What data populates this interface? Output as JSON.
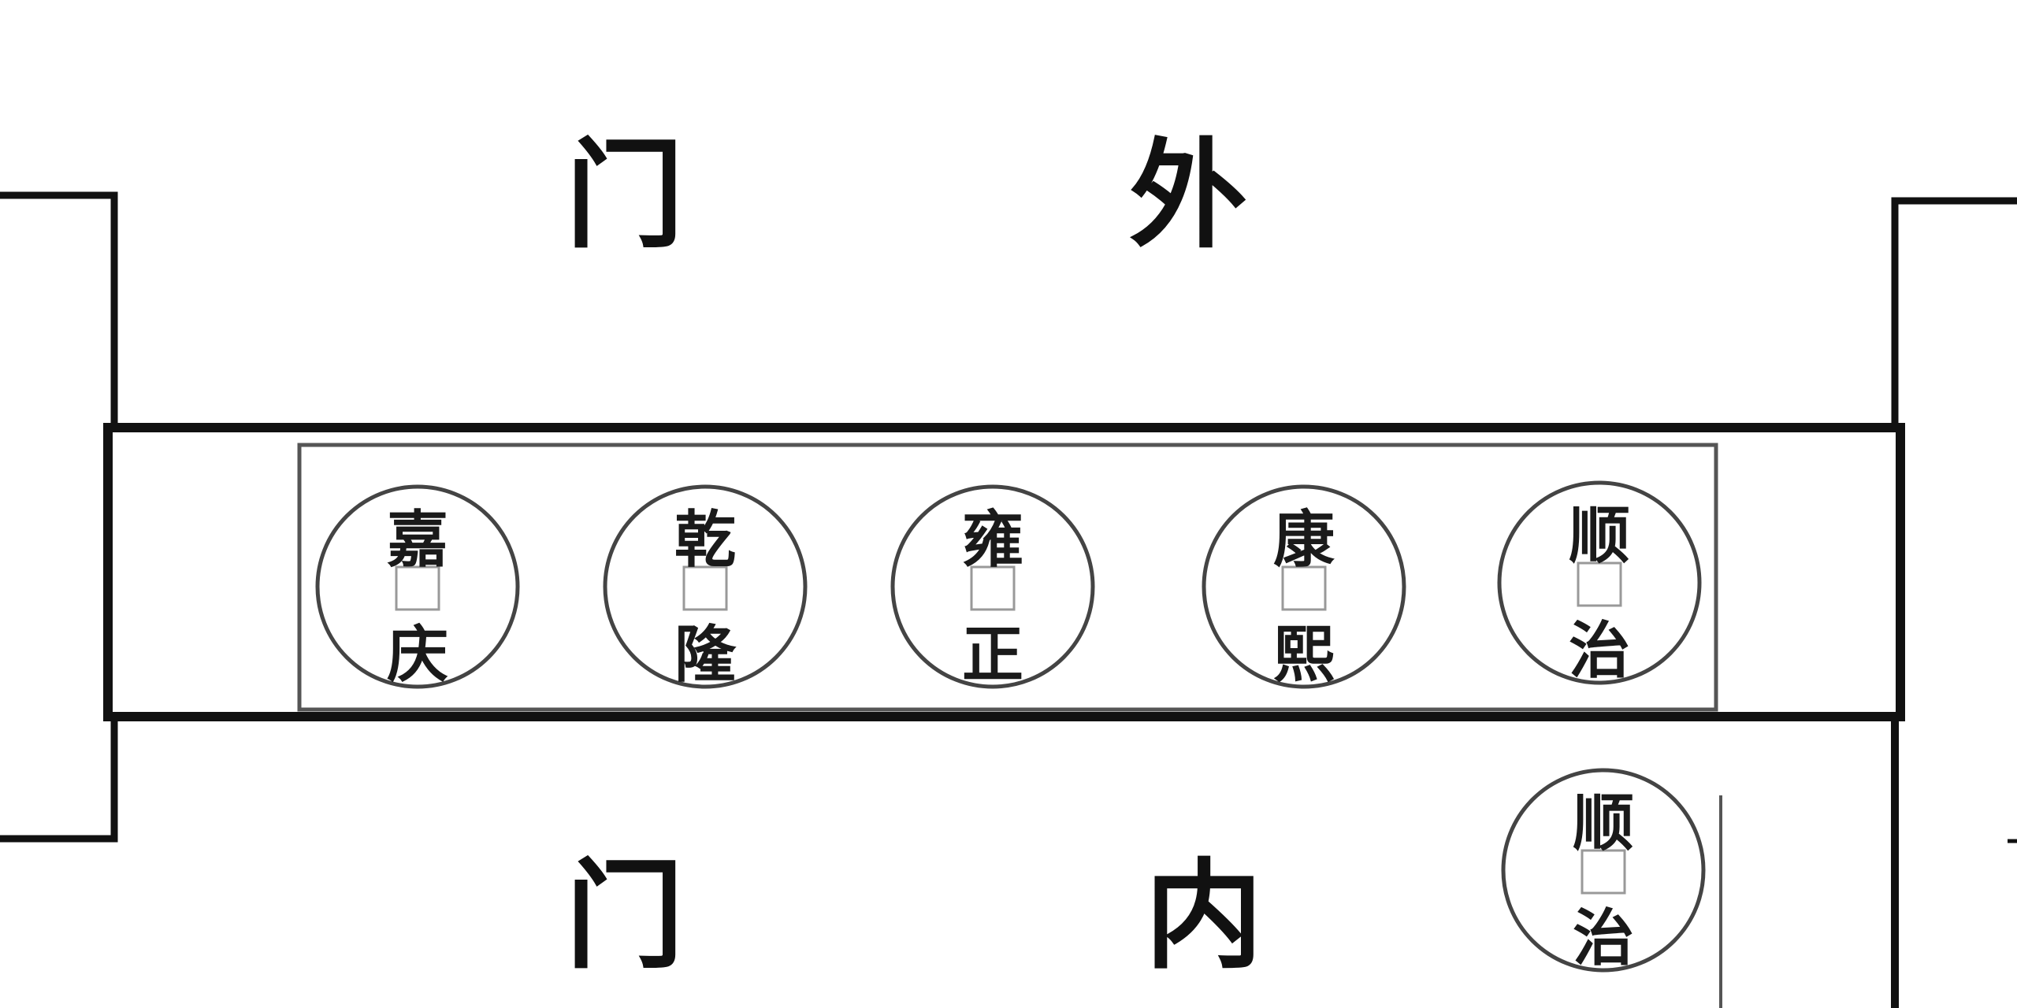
{
  "labels": {
    "outside_door_1": "门",
    "outside_door_2": "外",
    "inside_door_1": "门",
    "inside_door_2": "内"
  },
  "coins": [
    {
      "top": "嘉",
      "bottom": "庆"
    },
    {
      "top": "乾",
      "bottom": "隆"
    },
    {
      "top": "雍",
      "bottom": "正"
    },
    {
      "top": "康",
      "bottom": "熙"
    },
    {
      "top": "顺",
      "bottom": "治"
    }
  ],
  "extra_coin": {
    "top": "顺",
    "bottom": "治"
  }
}
